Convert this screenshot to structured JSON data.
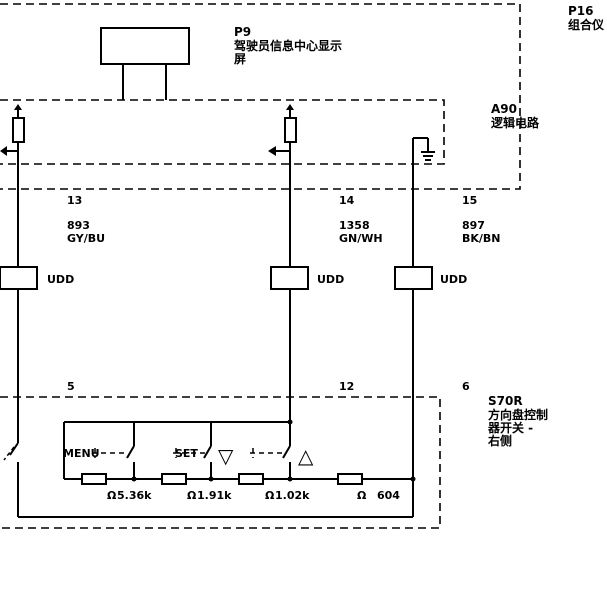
{
  "modules": {
    "p16": {
      "code": "P16",
      "name": "组合仪"
    },
    "p9": {
      "code": "P9",
      "name_line1": "驾驶员信息中心显示",
      "name_line2": "屏"
    },
    "a90": {
      "code": "A90",
      "name": "逻辑电路"
    },
    "s70r": {
      "code": "S70R",
      "name_line1": "方向盘控制",
      "name_line2": "器开关 -",
      "name_line3": "右侧"
    }
  },
  "wires": [
    {
      "pin_top": "13",
      "circuit": "893",
      "color": "GY/BU",
      "connector": "UDD",
      "pin_bottom": "5"
    },
    {
      "pin_top": "14",
      "circuit": "1358",
      "color": "GN/WH",
      "connector": "UDD",
      "pin_bottom": "12"
    },
    {
      "pin_top": "15",
      "circuit": "897",
      "color": "BK/BN",
      "connector": "UDD",
      "pin_bottom": "6"
    }
  ],
  "switches": {
    "menu_label": "MENU",
    "set_label": "SET",
    "down_symbol": "▽",
    "up_symbol": "△"
  },
  "resistors": [
    {
      "unit": "Ω",
      "value": "5.36k"
    },
    {
      "unit": "Ω",
      "value": "1.91k"
    },
    {
      "unit": "Ω",
      "value": "1.02k"
    },
    {
      "unit": "Ω",
      "value": "604"
    }
  ]
}
